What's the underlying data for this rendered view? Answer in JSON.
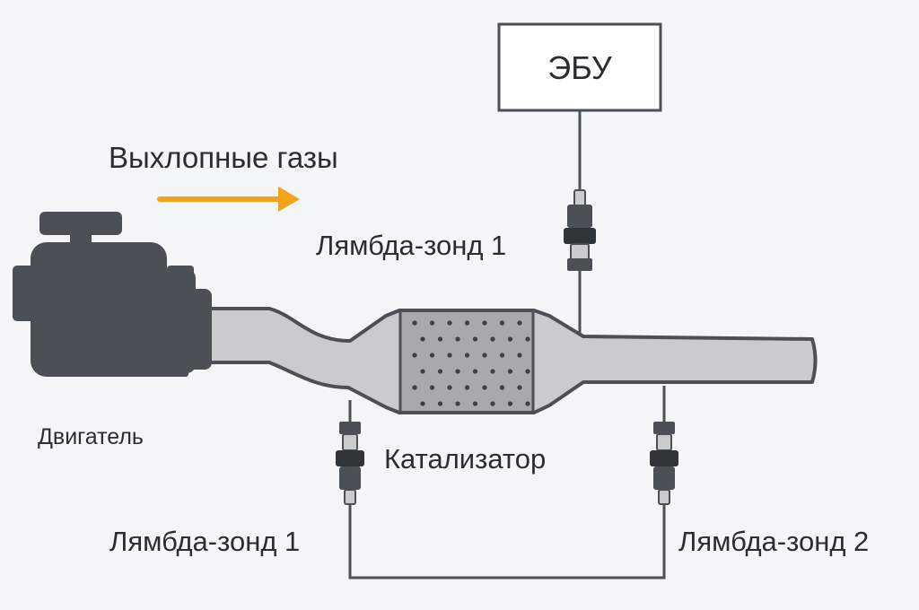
{
  "title": "Выхлопные газы",
  "ecu": {
    "label": "ЭБУ"
  },
  "engine": {
    "label": "Двигатель"
  },
  "catalyst": {
    "label": "Катализатор"
  },
  "sensors": {
    "top": {
      "label": "Лямбда-зонд 1"
    },
    "bottom_left": {
      "label": "Лямбда-зонд 1"
    },
    "bottom_right": {
      "label": "Лямбда-зонд 2"
    }
  },
  "colors": {
    "background": "#f4f5f6",
    "engine": "#4a5055",
    "pipe_fill": "#c9cbcd",
    "pipe_stroke": "#4a5055",
    "catalyst_core": "#a7a9ab",
    "arrow": "#f2a21c",
    "text": "#2b2e31"
  }
}
